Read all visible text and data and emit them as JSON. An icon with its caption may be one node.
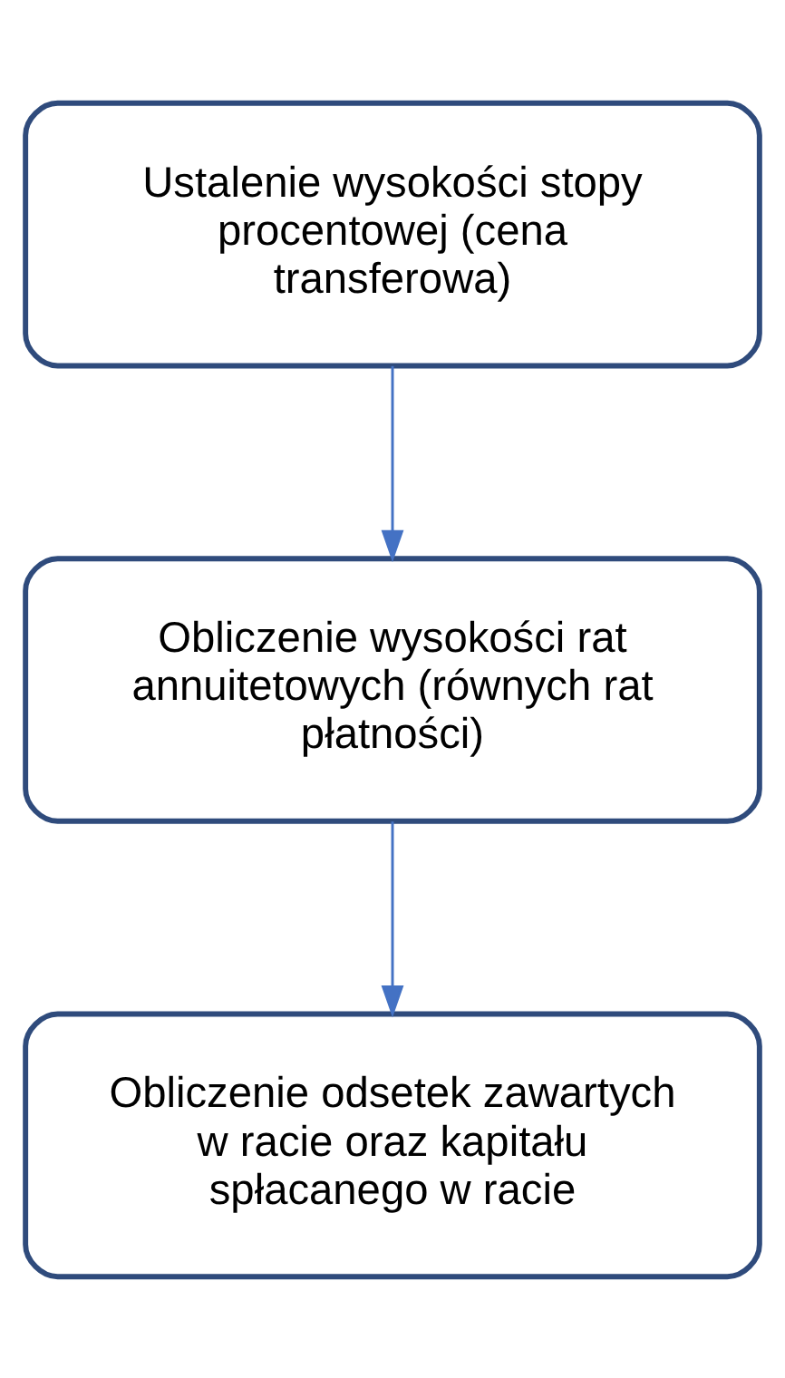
{
  "diagram": {
    "nodes": [
      {
        "text": [
          "Ustalenie wysokości stopy procentowej (cena transferowa)"
        ]
      },
      {
        "text": [
          "Obliczenie wysokości rat annuitetowych (równych rat płatności)"
        ]
      },
      {
        "text": [
          "Obliczenie odsetek zawartych w racie oraz kapitału spłacanego w racie"
        ]
      }
    ],
    "edges": [
      {
        "from": 0,
        "to": 1,
        "arrow": "to"
      },
      {
        "from": 1,
        "to": 2,
        "arrow": "to"
      }
    ]
  }
}
